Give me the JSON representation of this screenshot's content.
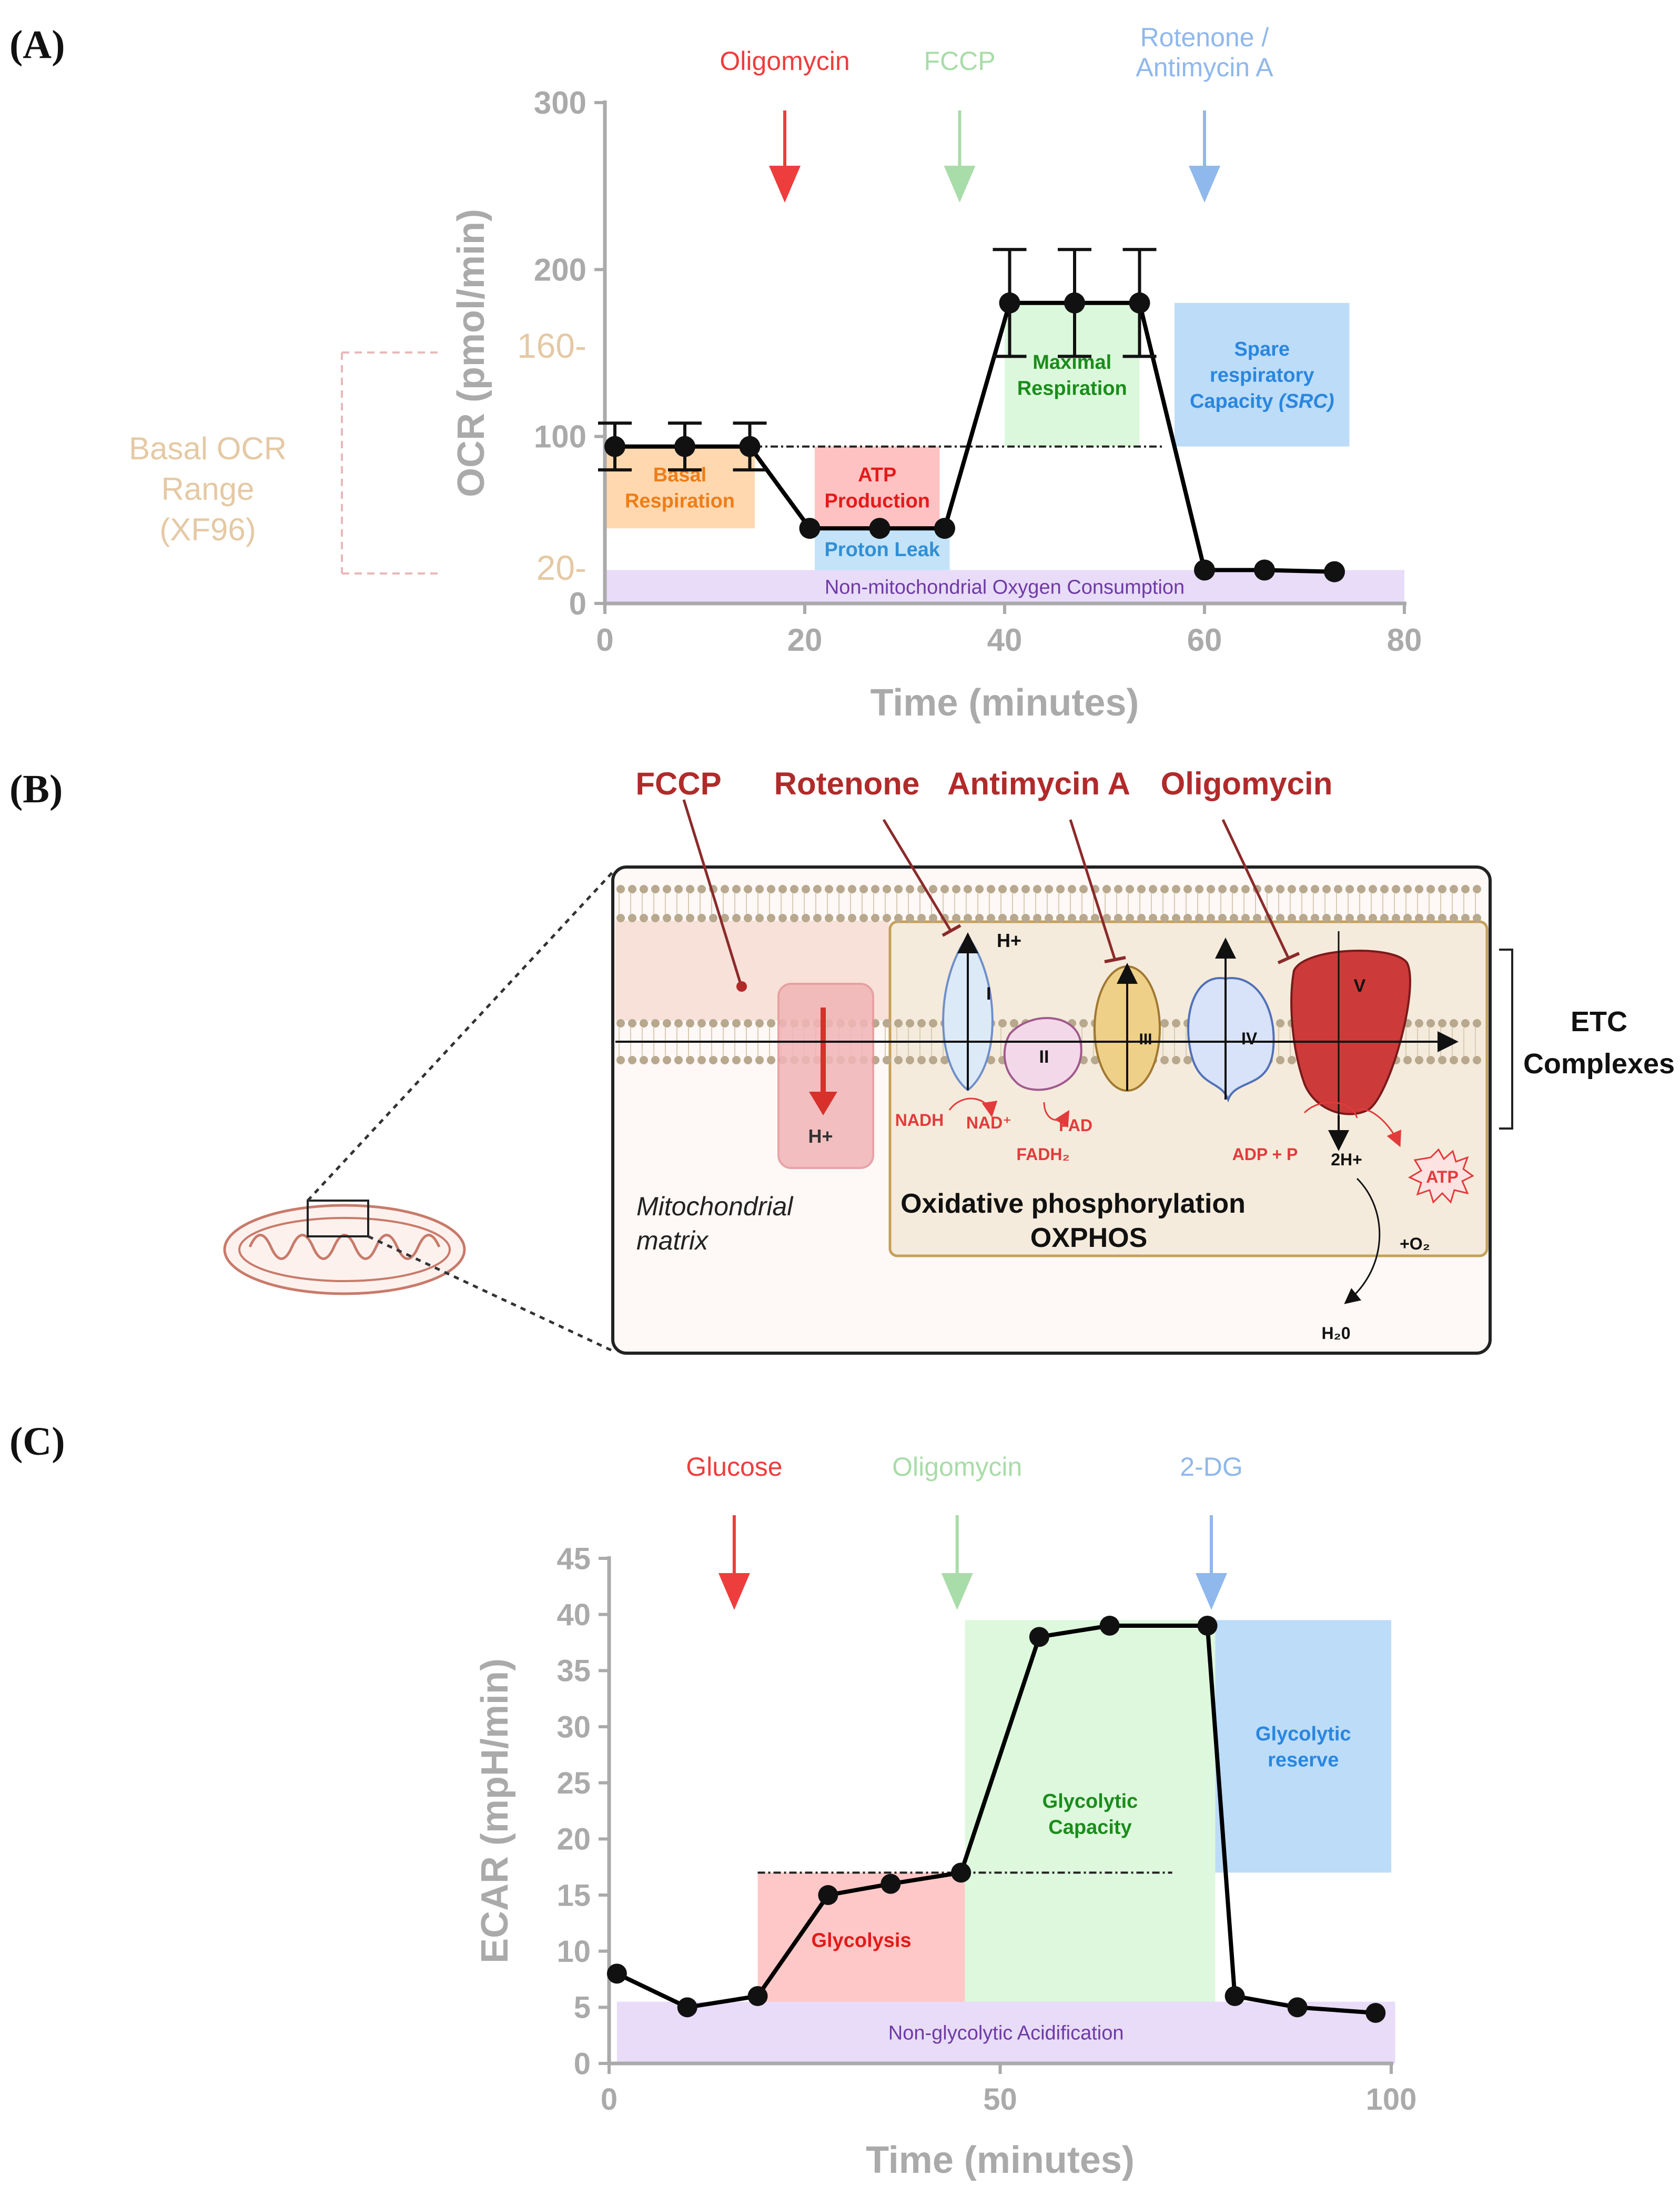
{
  "panels": {
    "a": {
      "label": "(A)",
      "basal_range": {
        "line1": "Basal OCR",
        "line2": "Range",
        "line3": "(XF96)",
        "tick160": "160-",
        "tick20": "20-"
      }
    },
    "b": {
      "label": "(B)",
      "inhibitors": {
        "fccp": "FCCP",
        "rotenone": "Rotenone",
        "antimycin": "Antimycin A",
        "oligomycin": "Oligomycin"
      },
      "etc_line1": "ETC",
      "etc_line2": "Complexes",
      "matrix_line1": "Mitochondrial",
      "matrix_line2": "matrix",
      "oxphos_line1": "Oxidative phosphorylation",
      "oxphos_line2": "OXPHOS",
      "complexes": {
        "c1": "I",
        "c2": "II",
        "c3": "III",
        "c4": "IV",
        "c5": "V"
      },
      "h_plus": "H+",
      "h_plus_top": "H+",
      "nadh": "NADH",
      "nad": "NAD⁺",
      "fadh2": "FADH₂",
      "fad": "FAD",
      "adp": "ADP + P",
      "two_h": "2H+",
      "atp": "ATP",
      "o2": "+O₂",
      "h2o": "H₂0"
    },
    "c": {
      "label": "(C)"
    }
  },
  "chart_data": [
    {
      "type": "line",
      "xlabel": "Time (minutes)",
      "ylabel": "OCR (pmol/min)",
      "xlim": [
        0,
        80
      ],
      "ylim": [
        0,
        300
      ],
      "xticks": [
        0,
        20,
        40,
        60,
        80
      ],
      "yticks": [
        0,
        100,
        200,
        300
      ],
      "series": [
        {
          "x": [
            1,
            8,
            14.5,
            20.5,
            27.5,
            34,
            40.5,
            47,
            53.5,
            60,
            66,
            73
          ],
          "y": [
            94,
            94,
            94,
            45,
            45,
            45,
            180,
            180,
            180,
            20,
            20,
            19
          ],
          "error": [
            14,
            14,
            14,
            0,
            0,
            0,
            32,
            32,
            32,
            0,
            0,
            0
          ],
          "color": "#000000"
        }
      ],
      "reference_line": {
        "y": 94,
        "from_x": 15,
        "to_x": 56
      },
      "injections": [
        {
          "label": "Oligomycin",
          "x": 18,
          "color": "#ee3d3d"
        },
        {
          "label": "FCCP",
          "x": 35.5,
          "color": "#a8dca8"
        },
        {
          "label_line1": "Rotenone /",
          "label_line2": "Antimycin A",
          "x": 60,
          "color": "#8fb8ec"
        }
      ],
      "regions": [
        {
          "line1": "Basal",
          "line2": "Respiration",
          "x": [
            0,
            15
          ],
          "y": [
            45,
            94
          ],
          "fill": "#ffd8b0",
          "text_color": "#ee7d17"
        },
        {
          "line1": "ATP",
          "line2": "Production",
          "x": [
            21,
            33.5
          ],
          "y": [
            45,
            94
          ],
          "fill": "#ffc2c2",
          "text_color": "#e41a1a"
        },
        {
          "line1": "Proton Leak",
          "x": [
            21,
            34.5
          ],
          "y": [
            20,
            45
          ],
          "fill": "#c4e3f8",
          "text_color": "#2f8fd6"
        },
        {
          "line1": "Maximal",
          "line2": "Respiration",
          "x": [
            40,
            53.5
          ],
          "y": [
            94,
            180
          ],
          "fill": "#dcf8dc",
          "text_color": "#1b8c1b"
        },
        {
          "line1": "Spare",
          "line2": "respiratory",
          "line3": "Capacity",
          "line3_italic": "(SRC)",
          "x": [
            57,
            74.5
          ],
          "y": [
            94,
            180
          ],
          "fill": "#bcdcf8",
          "text_color": "#2a86de"
        },
        {
          "line1": "Non-mitochondrial Oxygen Consumption",
          "x": [
            0,
            80
          ],
          "y": [
            0,
            20
          ],
          "fill": "#e8dcf8",
          "text_color": "#6f3aa4"
        }
      ]
    },
    {
      "type": "line",
      "xlabel": "Time (minutes)",
      "ylabel": "ECAR (mpH/min)",
      "xlim": [
        0,
        100
      ],
      "ylim": [
        0,
        45
      ],
      "xticks": [
        0,
        50,
        100
      ],
      "yticks": [
        0,
        5,
        10,
        15,
        20,
        25,
        30,
        35,
        40,
        45
      ],
      "series": [
        {
          "x": [
            1,
            10,
            19,
            28,
            36,
            45,
            55,
            64,
            76.5,
            80,
            88,
            98
          ],
          "y": [
            8,
            5,
            6,
            15,
            16,
            17,
            38,
            39,
            39,
            6,
            5,
            4.5
          ],
          "color": "#000000"
        }
      ],
      "reference_line": {
        "y": 17,
        "from_x": 19,
        "to_x": 72
      },
      "injections": [
        {
          "label": "Glucose",
          "x": 16,
          "color": "#ee3d3d"
        },
        {
          "label": "Oligomycin",
          "x": 44.5,
          "color": "#a8dca8"
        },
        {
          "label": "2-DG",
          "x": 77,
          "color": "#8fb8ec"
        }
      ],
      "regions": [
        {
          "line1": "Glycolysis",
          "x": [
            19,
            45.5
          ],
          "y": [
            5,
            17
          ],
          "fill": "#ffc8c8",
          "text_color": "#e41a1a"
        },
        {
          "line1": "Glycolytic",
          "line2": "Capacity",
          "x": [
            45.5,
            77.5
          ],
          "y": [
            5,
            39.5
          ],
          "fill": "#ddf8dc",
          "text_color": "#1b8c1b"
        },
        {
          "line1": "Glycolytic",
          "line2": "reserve",
          "x": [
            77.5,
            100
          ],
          "y": [
            17,
            39.5
          ],
          "fill": "#bcdcf8",
          "text_color": "#2a86de"
        },
        {
          "line1": "Non-glycolytic Acidification",
          "x": [
            1,
            100.5
          ],
          "y": [
            0,
            5.5
          ],
          "fill": "#e8dcf8",
          "text_color": "#6f3aa4"
        }
      ]
    }
  ]
}
